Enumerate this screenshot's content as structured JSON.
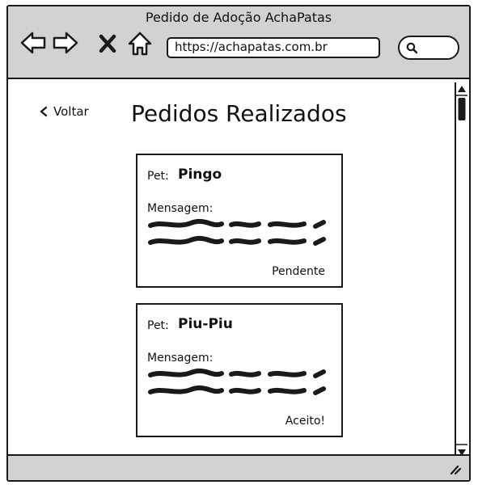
{
  "window": {
    "title": "Pedido de Adoção AchaPatas"
  },
  "browser": {
    "url": "https://achapatas.com.br",
    "icons": [
      "back-arrow-icon",
      "forward-arrow-icon",
      "close-icon",
      "home-icon",
      "search-icon"
    ]
  },
  "nav": {
    "back_label": "Voltar"
  },
  "page": {
    "title": "Pedidos Realizados"
  },
  "orders": [
    {
      "pet_label": "Pet:",
      "pet_name": "Pingo",
      "message_label": "Mensagem:",
      "status": "Pendente"
    },
    {
      "pet_label": "Pet:",
      "pet_name": "Piu-Piu",
      "message_label": "Mensagem:",
      "status": "Aceito!"
    }
  ],
  "colors": {
    "chrome": "#d2d2d2",
    "border": "#1a1a1a",
    "background": "#ffffff"
  }
}
